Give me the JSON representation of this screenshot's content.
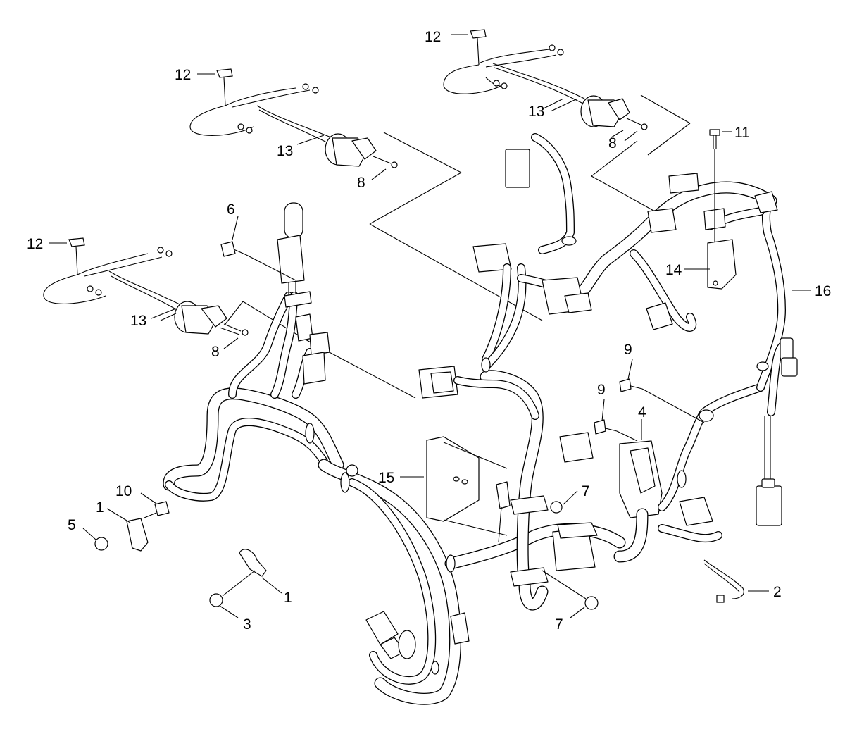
{
  "diagram": {
    "callouts": [
      {
        "id": "c12a",
        "text": "12"
      },
      {
        "id": "c12b",
        "text": "12"
      },
      {
        "id": "c12c",
        "text": "12"
      },
      {
        "id": "c13a",
        "text": "13"
      },
      {
        "id": "c13b",
        "text": "13"
      },
      {
        "id": "c13c",
        "text": "13"
      },
      {
        "id": "c8a",
        "text": "8"
      },
      {
        "id": "c8b",
        "text": "8"
      },
      {
        "id": "c8c",
        "text": "8"
      },
      {
        "id": "c11",
        "text": "11"
      },
      {
        "id": "c6",
        "text": "6"
      },
      {
        "id": "c14",
        "text": "14"
      },
      {
        "id": "c16",
        "text": "16"
      },
      {
        "id": "c9a",
        "text": "9"
      },
      {
        "id": "c9b",
        "text": "9"
      },
      {
        "id": "c4",
        "text": "4"
      },
      {
        "id": "c15",
        "text": "15"
      },
      {
        "id": "c7a",
        "text": "7"
      },
      {
        "id": "c7b",
        "text": "7"
      },
      {
        "id": "c10",
        "text": "10"
      },
      {
        "id": "c1a",
        "text": "1"
      },
      {
        "id": "c1b",
        "text": "1"
      },
      {
        "id": "c5",
        "text": "5"
      },
      {
        "id": "c3",
        "text": "3"
      },
      {
        "id": "c2",
        "text": "2"
      }
    ]
  }
}
